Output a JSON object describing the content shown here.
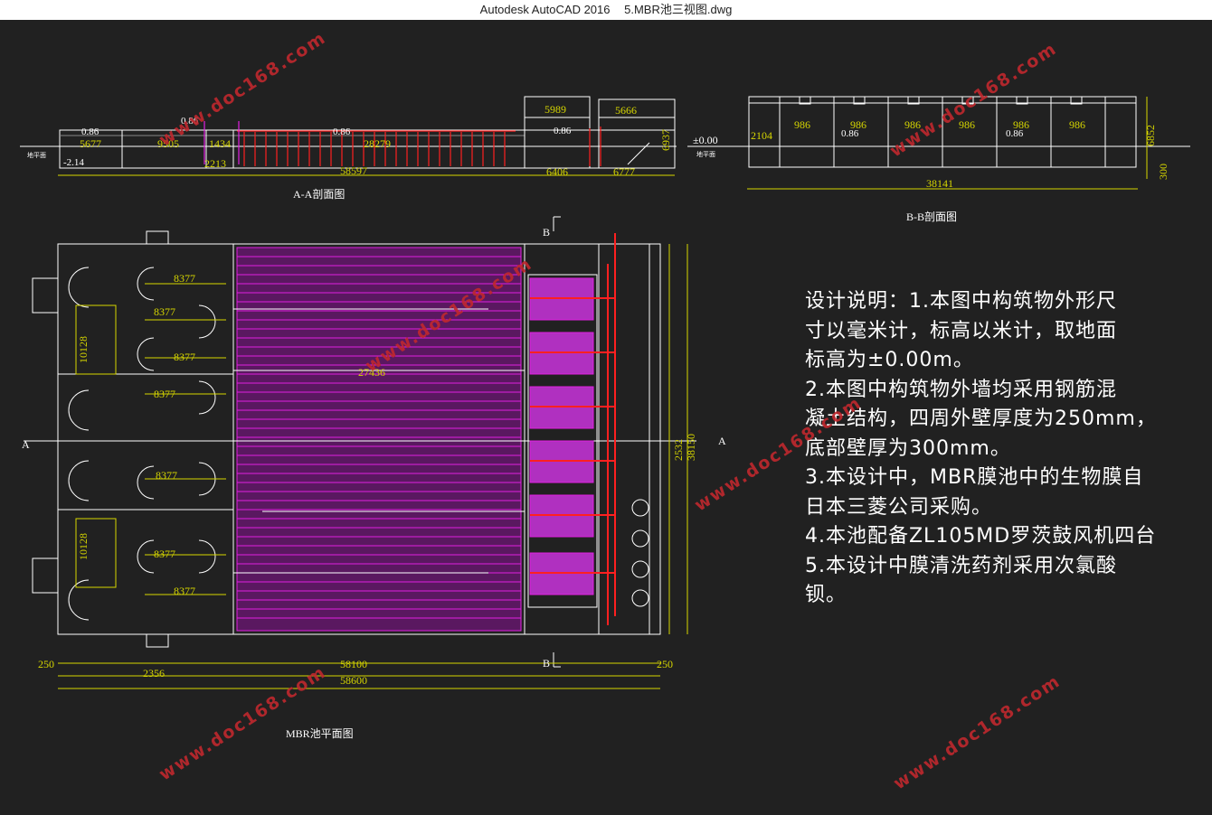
{
  "window": {
    "app": "Autodesk AutoCAD 2016",
    "file": "5.MBR池三视图.dwg"
  },
  "colors": {
    "background": "#212121",
    "outline": "#ffffff",
    "dimension": "#d6d600",
    "membrane": "#e020e0",
    "pipe": "#ff2020",
    "watermark": "#c0282e"
  },
  "section_aa": {
    "title": "A-A剖面图",
    "ground": "地平面",
    "levels": [
      "0.86",
      "0.86",
      "0.86",
      "0.86",
      "-2.14"
    ],
    "bottom_level": "-2.14",
    "dims": {
      "d1": "5677",
      "d2": "9505",
      "d3": "1434",
      "d4": "28279",
      "d5": "2213",
      "d6": "5989",
      "d7": "5666",
      "d8": "6937",
      "d9": "6406",
      "d10": "6777",
      "total": "58597"
    }
  },
  "section_bb": {
    "title": "B-B剖面图",
    "zero": "±0.00",
    "ground": "地平面",
    "left_dim": "2104",
    "bays": [
      "986",
      "986",
      "986",
      "986",
      "986",
      "986"
    ],
    "levels": [
      "0.86",
      "0.86"
    ],
    "height": "6852",
    "base": "300",
    "total": "38141"
  },
  "plan": {
    "title": "MBR池平面图",
    "section_a": "A",
    "section_b": "B",
    "dims": {
      "row": [
        "8377",
        "8377",
        "8377",
        "8377",
        "8377",
        "8377",
        "8377"
      ],
      "w1": "10128",
      "w2": "10128",
      "inner": "27436",
      "right1": "2532",
      "right2": "38150",
      "wall_l": "250",
      "wall_r": "250",
      "d1": "2356",
      "d2": "58100",
      "total": "58600"
    }
  },
  "notes": [
    "设计说明：1.本图中构筑物外形尺",
    "寸以毫米计，标高以米计，取地面",
    "标高为±0.00m。",
    "2.本图中构筑物外墙均采用钢筋混",
    "凝土结构，四周外壁厚度为250mm，",
    "底部壁厚为300mm。",
    "3.本设计中，MBR膜池中的生物膜自",
    "日本三菱公司采购。",
    "4.本池配备ZL105MD罗茨鼓风机四台",
    "5.本设计中膜清洗药剂采用次氯酸",
    "钡。"
  ],
  "watermark": "www.doc168.com"
}
